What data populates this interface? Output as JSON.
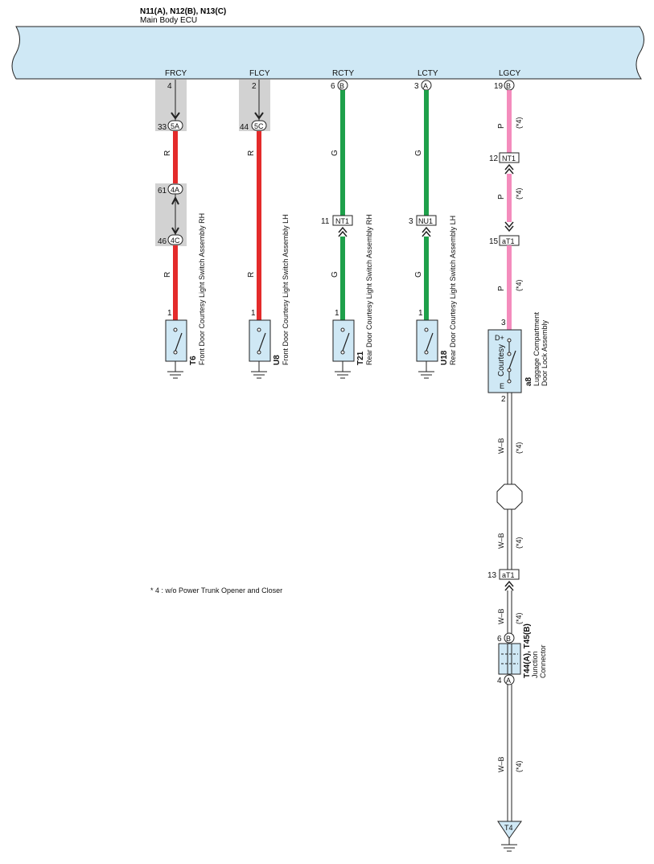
{
  "ecu": {
    "codes": "N11(A), N12(B), N13(C)",
    "name": "Main Body ECU"
  },
  "colors": {
    "ecu_fill": "#cfe8f5",
    "red": "#e42b2b",
    "green": "#1ea04a",
    "pink": "#f48cbd",
    "gray": "#d2d2d2",
    "component": "#cfe8f5"
  },
  "terminals": [
    "FRCY",
    "FLCY",
    "RCTY",
    "LCTY",
    "LGCY"
  ],
  "circuits": [
    {
      "terminal": "FRCY",
      "pin": "4",
      "conn1": {
        "pin": "33",
        "name": "5A"
      },
      "wire1": "R",
      "conn2a": {
        "pin": "61",
        "name": "4A"
      },
      "conn2b": {
        "pin": "46",
        "name": "4C"
      },
      "wire2": "R",
      "comp_pin": "1",
      "comp_id": "T6",
      "comp_name": "Front Door Courtesy Light Switch Assembly RH"
    },
    {
      "terminal": "FLCY",
      "pin": "2",
      "conn1": {
        "pin": "44",
        "name": "5C"
      },
      "wire1": "R",
      "comp_pin": "1",
      "comp_id": "U8",
      "comp_name": "Front Door Courtesy Light Switch Assembly LH"
    },
    {
      "terminal": "RCTY",
      "pin": "6",
      "ecu_conn": "B",
      "wire1": "G",
      "conn1": {
        "pin": "11",
        "name": "NT1"
      },
      "wire2": "G",
      "comp_pin": "1",
      "comp_id": "T21",
      "comp_name": "Rear Door Courtesy Light Switch Assembly RH"
    },
    {
      "terminal": "LCTY",
      "pin": "3",
      "ecu_conn": "A",
      "wire1": "G",
      "conn1": {
        "pin": "3",
        "name": "NU1"
      },
      "wire2": "G",
      "comp_pin": "1",
      "comp_id": "U18",
      "comp_name": "Rear Door Courtesy Light Switch Assembly LH"
    },
    {
      "terminal": "LGCY",
      "pin": "19",
      "ecu_conn": "B",
      "wire": "P",
      "note": "(*4)",
      "conn1": {
        "pin": "12",
        "name": "NT1"
      },
      "conn2": {
        "pin": "15",
        "name": "aT1"
      },
      "comp_pin": "3",
      "comp_id": "a8",
      "comp_name_1": "Luggage Compartment",
      "comp_name_2": "Door Lock Assembly",
      "comp_label": "Courtesy",
      "comp_d": "D+",
      "comp_e": "E",
      "comp_out_pin": "2",
      "wire_gnd": "W–B",
      "conn3": {
        "pin": "13",
        "name": "aT1"
      },
      "jc": {
        "top_pin": "6",
        "top_conn": "B",
        "bot_pin": "4",
        "bot_conn": "A",
        "id": "T44(A), T45(B)",
        "name_1": "Junction",
        "name_2": "Connector"
      },
      "ground": "T4"
    }
  ],
  "footnote": "* 4 : w/o Power Trunk Opener and Closer"
}
